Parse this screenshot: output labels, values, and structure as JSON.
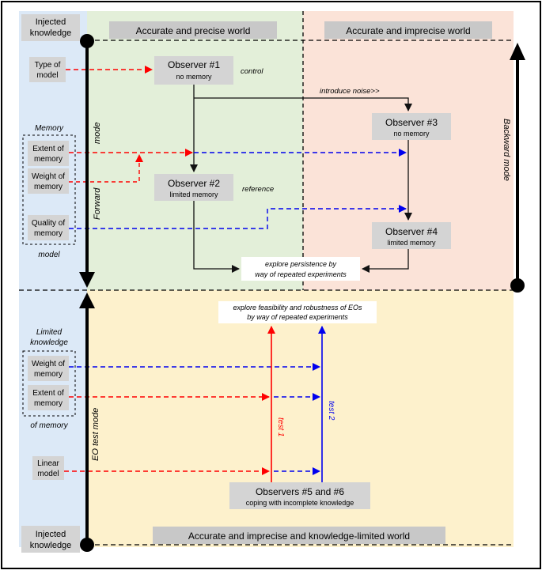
{
  "side": {
    "injected_top": [
      "Injected",
      "knowledge"
    ],
    "injected_bottom": [
      "Injected",
      "knowledge"
    ],
    "type_of_model": [
      "Type of",
      "model"
    ],
    "memory_title": "Memory",
    "extent": [
      "Extent of",
      "memory"
    ],
    "weight": [
      "Weight of",
      "memory"
    ],
    "quality": [
      "Quality of",
      "memory"
    ],
    "model_caption": "model",
    "limited_knowledge": [
      "Limited",
      "knowledge"
    ],
    "weight2": [
      "Weight of",
      "memory"
    ],
    "extent2": [
      "Extent of",
      "memory"
    ],
    "of_memory": "of memory",
    "linear_model": [
      "Linear",
      "model"
    ]
  },
  "worlds": {
    "precise": "Accurate and precise world",
    "imprecise": "Accurate and imprecise world",
    "limited": "Accurate and imprecise and knowledge-limited world"
  },
  "observers": {
    "o1": {
      "title": "Observer #1",
      "sub": "no memory"
    },
    "o2": {
      "title": "Observer #2",
      "sub": "limited memory"
    },
    "o3": {
      "title": "Observer #3",
      "sub": "no memory"
    },
    "o4": {
      "title": "Observer #4",
      "sub": "limited memory"
    },
    "o56": {
      "title": "Observers #5 and #6",
      "sub": "coping with incomplete knowledge"
    }
  },
  "notes": {
    "control": "control",
    "reference": "reference",
    "introduce_noise": "introduce noise>>",
    "persistence": [
      "explore persistence by",
      "way of repeated experiments"
    ],
    "feasibility": [
      "explore feasibility and robustness of EOs",
      "by way of repeated experiments"
    ],
    "test1": "test 1",
    "test2": "test 2"
  },
  "modes": {
    "forward": [
      "Forward",
      "mode"
    ],
    "backward": "Backward mode",
    "eo_test": "EO test mode"
  },
  "colors": {
    "blue_panel": "#dce9f7",
    "green_panel": "#e3efd9",
    "salmon_panel": "#fbe3d8",
    "yellow_panel": "#fdf1cc",
    "box_gray": "#d4d4d4",
    "red": "#ff0000",
    "blue": "#0000ee"
  }
}
